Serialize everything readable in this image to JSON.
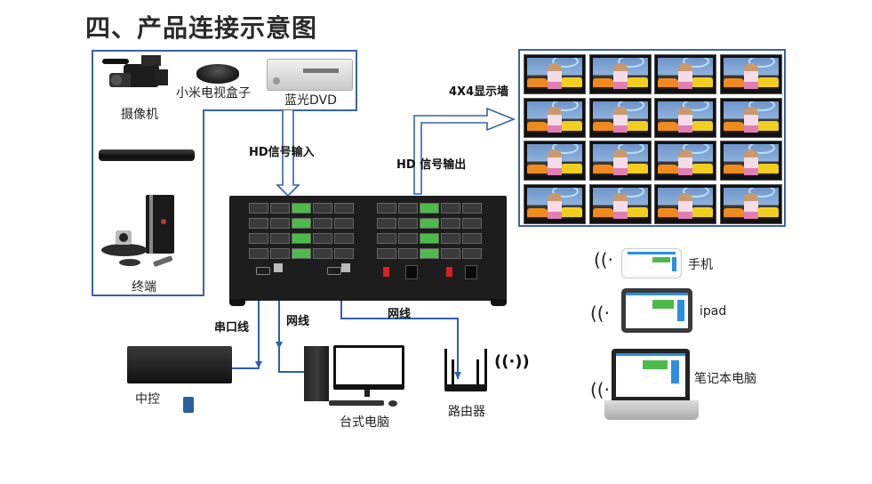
{
  "title": "四、产品连接示意图",
  "sources": {
    "camera": "摄像机",
    "tv_box": "小米电视盒子",
    "bluray_dvd": "蓝光DVD",
    "terminal": "终端"
  },
  "signal_in": "HD信号输入",
  "signal_out": "HD 信号输出",
  "video_wall": {
    "label": "4X4显示墙",
    "rows": 4,
    "cols": 4
  },
  "control_devices": {
    "phone": "手机",
    "ipad": "ipad",
    "laptop": "笔记本电脑"
  },
  "cables": {
    "serial": "串口线",
    "network_1": "网线",
    "network_2": "网线"
  },
  "bottom_devices": {
    "central_control": "中控",
    "desktop": "台式电脑",
    "router": "路由器"
  },
  "colors": {
    "frame_blue": "#3a62a8",
    "cable_blue": "#2f5fa8",
    "button_green": "#4cbb4a",
    "button_blue": "#2d8ee0",
    "power_red": "#e02020"
  }
}
